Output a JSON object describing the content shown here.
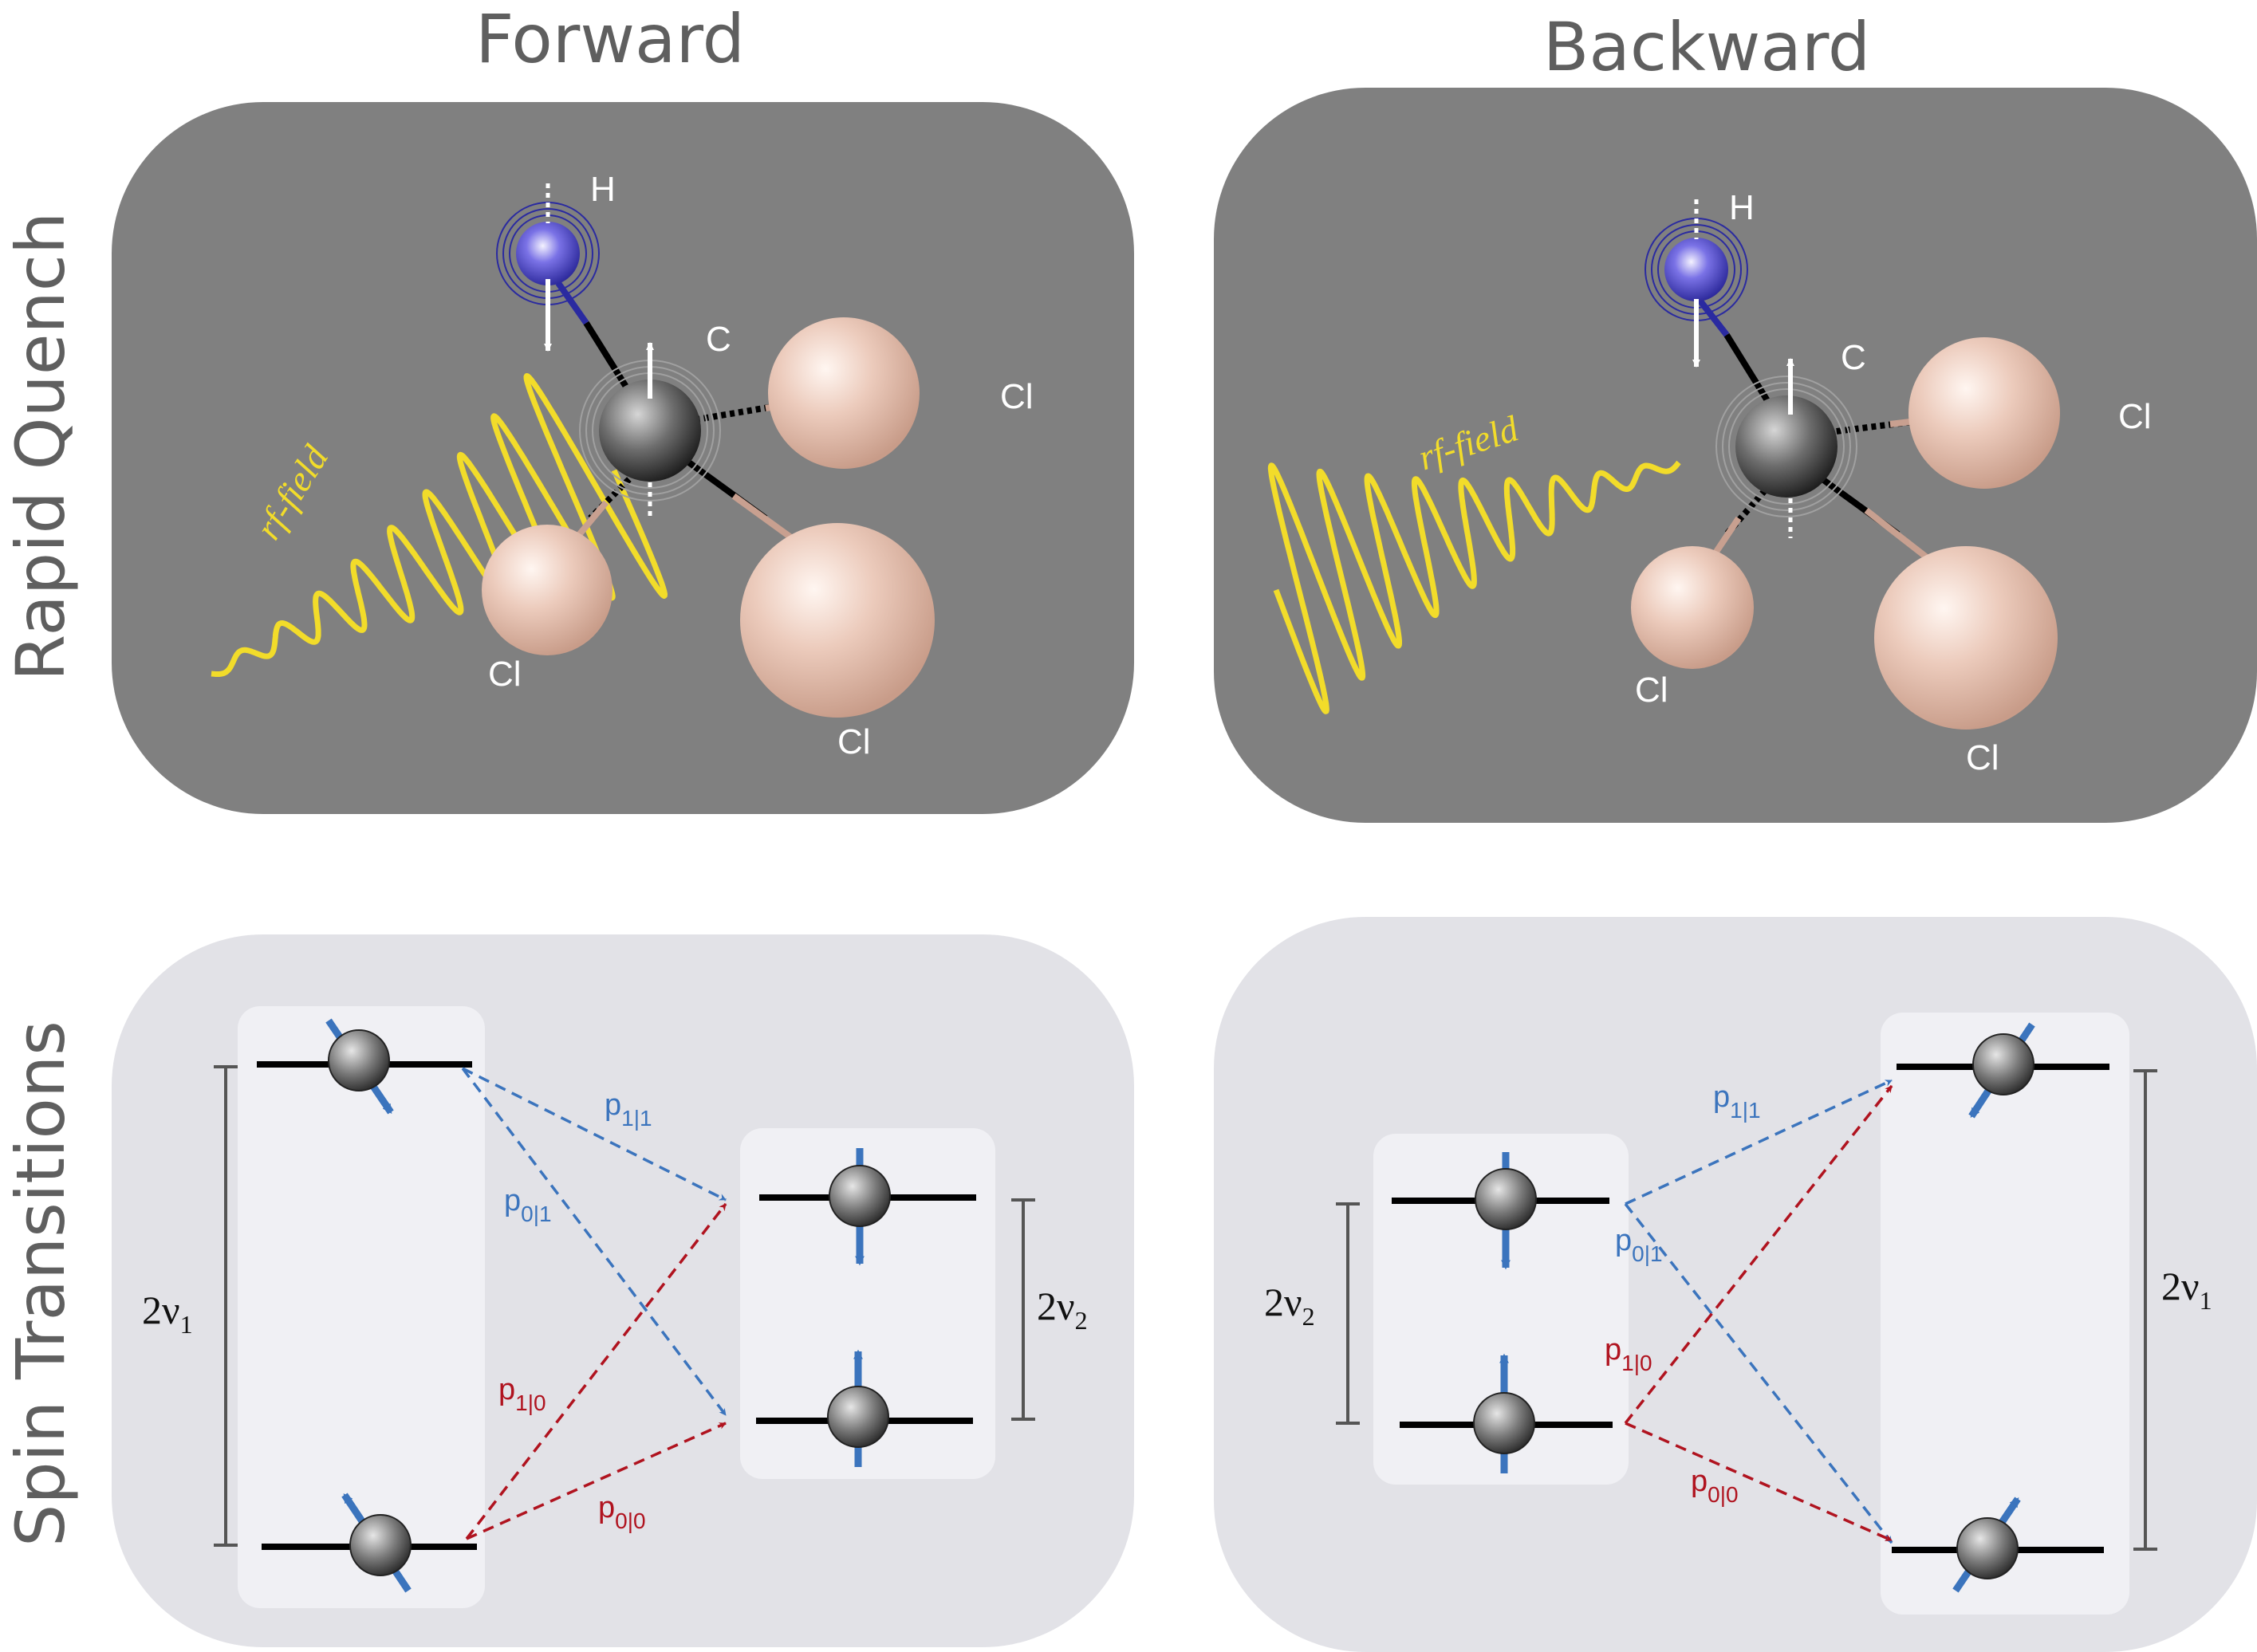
{
  "columns": {
    "forward": "Forward",
    "backward": "Backward"
  },
  "rows": {
    "top": "Rapid Quench",
    "bottom": "Spin Transitions"
  },
  "atoms": {
    "hydrogen": "H",
    "carbon": "C",
    "chlorine": "Cl"
  },
  "rf_label": "rf-field",
  "transitions": {
    "p11": {
      "base": "p",
      "sub": "1|1"
    },
    "p01": {
      "base": "p",
      "sub": "0|1"
    },
    "p10": {
      "base": "p",
      "sub": "1|0"
    },
    "p00": {
      "base": "p",
      "sub": "0|0"
    }
  },
  "splittings": {
    "nu1": {
      "base": "2ν",
      "sub": "1"
    },
    "nu2": {
      "base": "2ν",
      "sub": "2"
    }
  },
  "colors": {
    "quench_panel": "#808080",
    "transition_panel": "#e2e2e7",
    "level_box": "#f0f0f4",
    "rf_wave": "#f2dc2a",
    "blue_transition": "#3b74bd",
    "red_transition": "#b0131f",
    "hydrogen": "#3a3ac8",
    "chlorine": "#e6c2b2"
  }
}
